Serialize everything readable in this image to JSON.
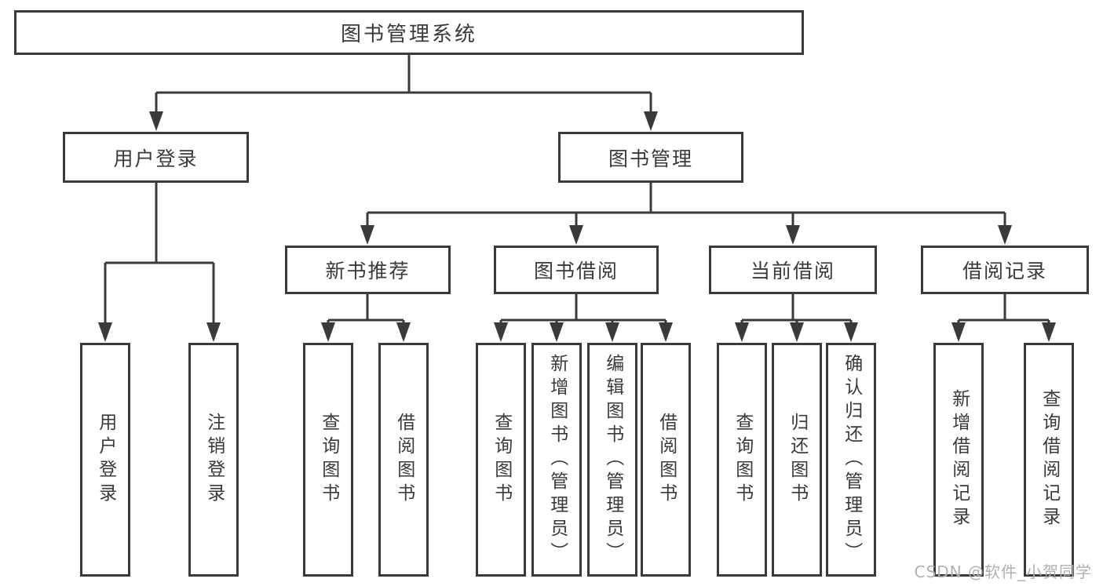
{
  "tree": {
    "root": "图书管理系统",
    "branches": {
      "user_login": {
        "label": "用户登录",
        "children": [
          "用户登录",
          "注销登录"
        ]
      },
      "book_management": {
        "label": "图书管理",
        "children": {
          "new_book_recommend": {
            "label": "新书推荐",
            "children": [
              "查询图书",
              "借阅图书"
            ]
          },
          "book_borrowing": {
            "label": "图书借阅",
            "children": [
              "查询图书",
              "新增图书（管理员）",
              "编辑图书（管理员）",
              "借阅图书"
            ]
          },
          "current_borrowing": {
            "label": "当前借阅",
            "children": [
              "查询图书",
              "归还图书",
              "确认归还（管理员）"
            ]
          },
          "borrowing_records": {
            "label": "借阅记录",
            "children": [
              "新增借阅记录",
              "查询借阅记录"
            ]
          }
        }
      }
    }
  },
  "watermark": "CSDN @软件_小贺同学",
  "colors": {
    "line": "#3a3a3a",
    "text": "#3a3a3a",
    "box_background": "#ffffff",
    "watermark": "#b0b0b0",
    "background": "#ffffff"
  }
}
